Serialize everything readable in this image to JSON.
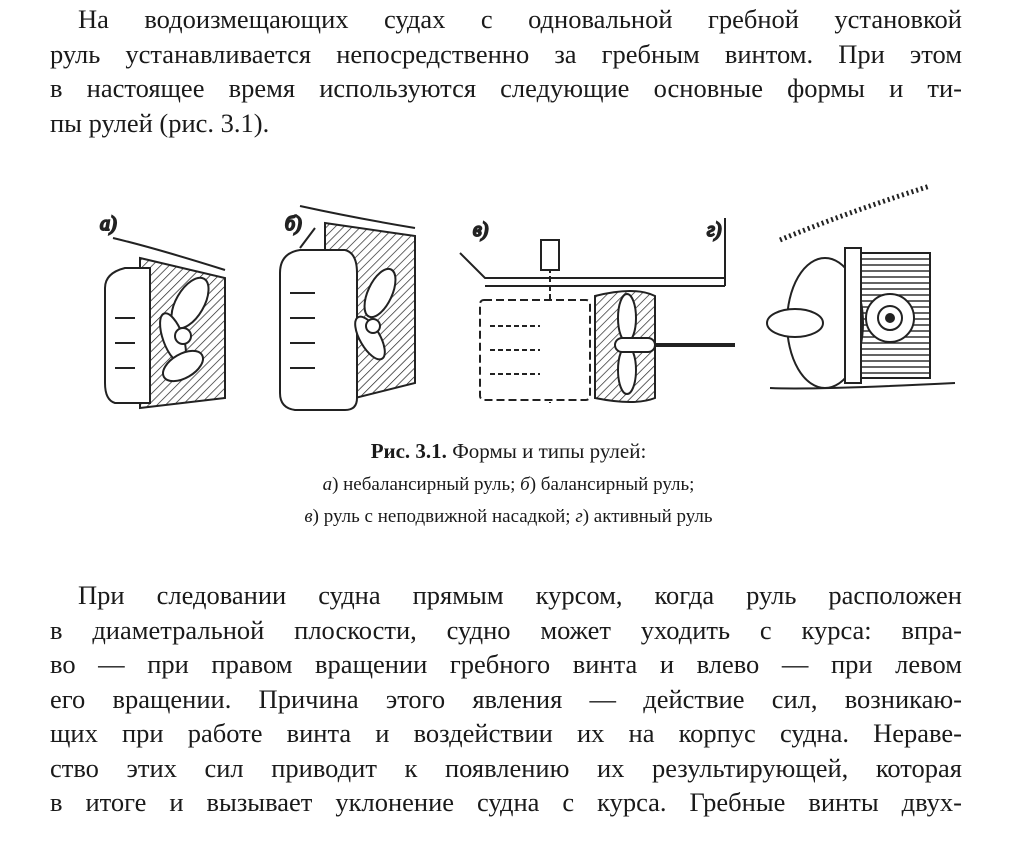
{
  "paragraph1": {
    "lines": [
      "На водоизмещающих судах с одновальной гребной установкой",
      "руль устанавливается непосредственно за гребным винтом. При этом",
      "в настоящее время используются следующие основные формы и ти-",
      "пы рулей (рис. 3.1)."
    ]
  },
  "figure": {
    "sublabels": [
      "а)",
      "б)",
      "в)",
      "г)"
    ],
    "caption": {
      "title": "Рис. 3.1.",
      "title_rest": " Формы и типы рулей:",
      "line2_parts": [
        {
          "text": "а",
          "italic": true
        },
        {
          "text": ") небалансирный руль; ",
          "italic": false
        },
        {
          "text": "б",
          "italic": true
        },
        {
          "text": ") балансирный руль;",
          "italic": false
        }
      ],
      "line3_parts": [
        {
          "text": "в",
          "italic": true
        },
        {
          "text": ") руль с неподвижной насадкой; ",
          "italic": false
        },
        {
          "text": "г",
          "italic": true
        },
        {
          "text": ") активный руль",
          "italic": false
        }
      ]
    }
  },
  "paragraph2": {
    "lines": [
      "При следовании судна прямым курсом, когда руль расположен",
      "в диаметральной плоскости, судно может уходить с курса: впра-",
      "во — при правом вращении гребного винта и влево — при левом",
      "его вращении. Причина этого явления — действие сил, возникаю-",
      "щих при работе винта и воздействии их на корпус судна. Нераве-",
      "ство этих сил приводит к появлению их результирующей, которая",
      "в итоге и вызывает уклонение судна с курса. Гребные винты двух-"
    ]
  }
}
